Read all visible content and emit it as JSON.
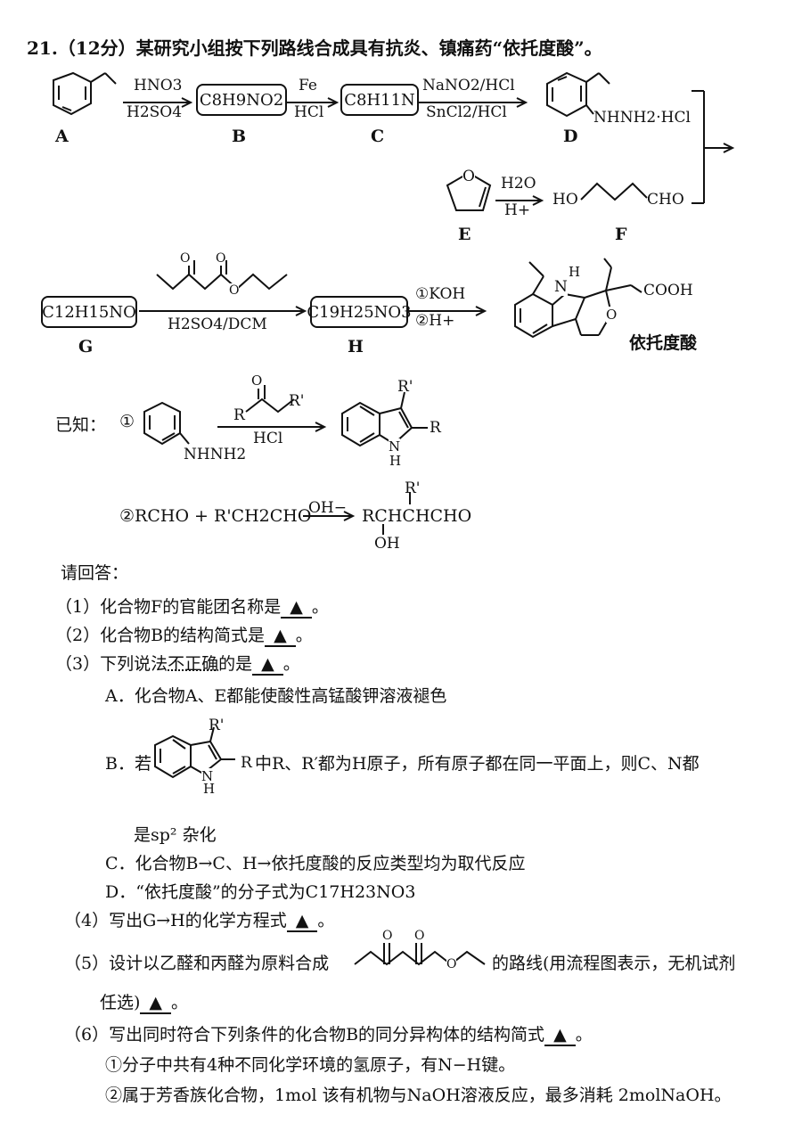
{
  "question": {
    "header": "21.（12分）某研究小组按下列路线合成具有抗炎、镇痛药“依托度酸”。"
  },
  "scheme": {
    "compounds": {
      "A": "A",
      "B": "B",
      "C": "C",
      "D": "D",
      "E": "E",
      "F": "F",
      "G": "G",
      "H": "H"
    },
    "B_formula": "C8H9NO2",
    "C_formula": "C8H11N",
    "G_formula": "C12H15NO",
    "H_formula": "C19H25NO3",
    "reagents": {
      "a_to_b_top": "HNO3",
      "a_to_b_bottom": "H2SO4",
      "b_to_c_top": "Fe",
      "b_to_c_bottom": "HCl",
      "c_to_d_top": "NaNO2/HCl",
      "c_to_d_bottom": "SnCl2/HCl",
      "e_to_f_top": "H2O",
      "e_to_f_bottom": "H+",
      "g_to_h_bottom": "H2SO4/DCM",
      "h_to_product_top": "①KOH",
      "h_to_product_bottom": "②H+"
    },
    "D_group": "NHNH2·HCl",
    "F_left": "HO",
    "F_right": "CHO",
    "product_group": "COOH",
    "product_name": "依托度酸",
    "product_nh": "N",
    "product_h": "H"
  },
  "known": {
    "label": "已知：",
    "r1_num": "①",
    "r1_group": "NHNH2",
    "r1_reagent_bottom": "HCl",
    "r1_R": "R",
    "r1_Rp": "R'",
    "r1_prod_Rp": "R'",
    "r1_prod_R": "R",
    "r1_prod_N": "N",
    "r1_prod_H": "H",
    "r2_left": "②RCHO + R'CH2CHO",
    "r2_cond": "OH−",
    "r2_prod": "RCHCHCHO",
    "r2_prod_Rp": "R'",
    "r2_prod_OH": "OH"
  },
  "questions": {
    "intro": "请回答：",
    "q1": "（1）化合物F的官能团名称是",
    "q2": "（2）化合物B的结构简式是",
    "q3_pre": "（3）下列说法",
    "q3_emph": "不正确",
    "q3_post": "的是",
    "optA": "A．化合物A、E都能使酸性高锰酸钾溶液褪色",
    "optB_pre": "B．若",
    "optB_post": "中R、R′都为H原子，所有原子都在同一平面上，则C、N都",
    "optB_cont": "是sp² 杂化",
    "optB_R": "R",
    "optB_Rp": "R'",
    "optB_N": "N",
    "optB_H": "H",
    "optC": "C．化合物B→C、H→依托度酸的反应类型均为取代反应",
    "optD": "D．“依托度酸”的分子式为C17H23NO3",
    "q4": "（4）写出G→H的化学方程式",
    "q5_pre": "（5）设计以乙醛和丙醛为原料合成",
    "q5_post": "的路线(用流程图表示，无机试剂",
    "q5_cont": "任选)",
    "q6": "（6）写出同时符合下列条件的化合物B的同分异构体的结构简式",
    "c1": "①分子中共有4种不同化学环境的氢原子，有N−H键。",
    "c2": "②属于芳香族化合物，1mol 该有机物与NaOH溶液反应，最多消耗 2molNaOH。",
    "answer_mark": "▲"
  }
}
